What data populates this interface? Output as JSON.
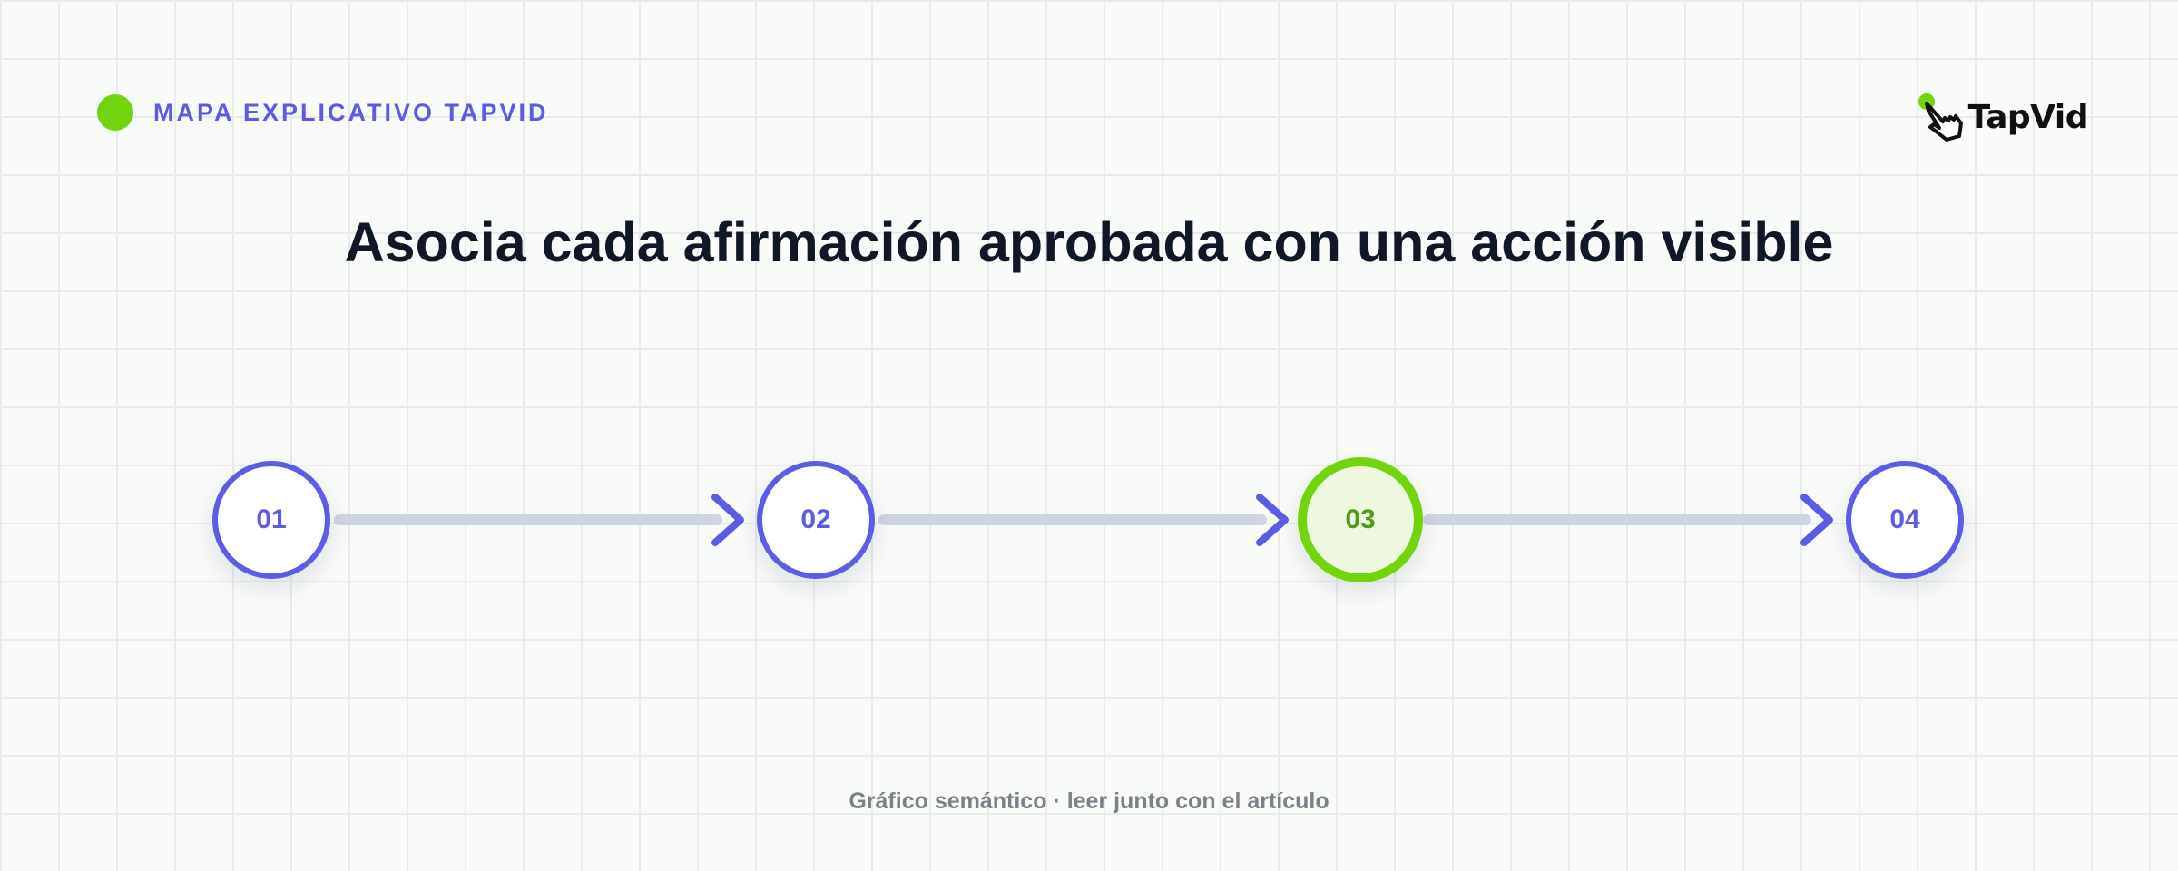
{
  "header": {
    "tag_text": "MAPA EXPLICATIVO TAPVID",
    "logo_text": "TapVid",
    "logo_icon": "hand-pointer-icon"
  },
  "title": "Asocia cada afirmación aprobada con una acción visible",
  "steps": [
    {
      "label": "01",
      "active": false
    },
    {
      "label": "02",
      "active": false
    },
    {
      "label": "03",
      "active": true
    },
    {
      "label": "04",
      "active": false
    }
  ],
  "footer": {
    "caption": "Gráfico semántico · leer junto con el artículo"
  },
  "colors": {
    "accent": "#5b5be6",
    "highlight": "#72d40f",
    "highlight_fill": "#edf8df",
    "highlight_text": "#4d9d12",
    "connector": "#cdd5e0",
    "title": "#101828",
    "muted": "#7c8088"
  }
}
